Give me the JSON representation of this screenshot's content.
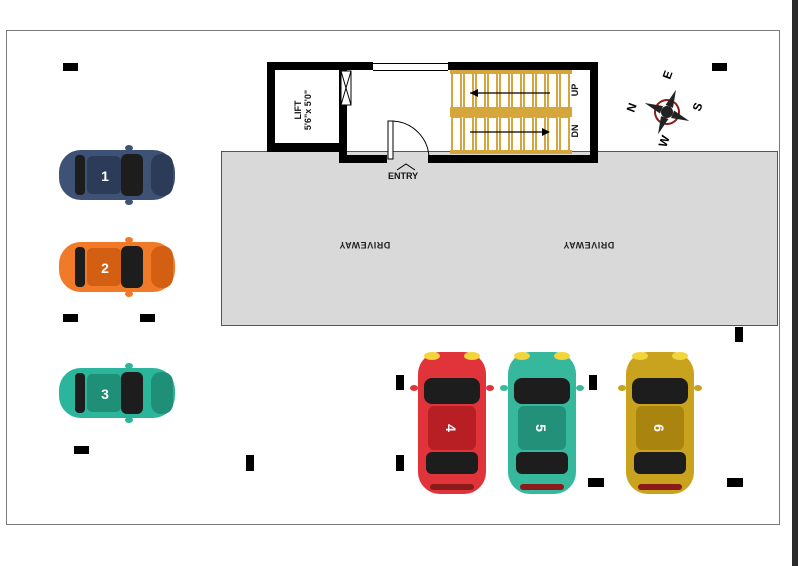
{
  "plan": {
    "driveway_left": "DRIVEWAY",
    "driveway_right": "DRIVEWAY",
    "lift_label": "LIFT",
    "lift_size": "5'6\"x 5'0\"",
    "entry": "ENTRY",
    "stair_up": "UP",
    "stair_down": "DN"
  },
  "compass": {
    "n": "N",
    "e": "E",
    "s": "S",
    "w": "W"
  },
  "cars": [
    {
      "number": "1",
      "color": "#3d5275",
      "accent": "#2c3c58"
    },
    {
      "number": "2",
      "color": "#f07a28",
      "accent": "#d35f12"
    },
    {
      "number": "3",
      "color": "#2bb59a",
      "accent": "#1f8f78"
    },
    {
      "number": "4",
      "color": "#e0343a",
      "accent": "#b71f25"
    },
    {
      "number": "5",
      "color": "#35b89c",
      "accent": "#23917a"
    },
    {
      "number": "6",
      "color": "#c9a21e",
      "accent": "#a98510"
    }
  ],
  "colors": {
    "driveway": "#d9d9d9",
    "stair_tread": "#d4a63b",
    "wall": "#000000"
  }
}
